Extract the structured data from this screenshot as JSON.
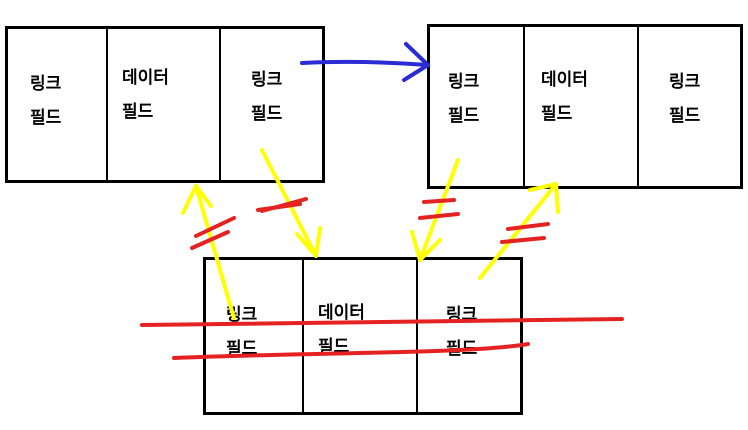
{
  "nodes": [
    {
      "id": "node-1",
      "cells": [
        {
          "line1": "링크",
          "line2": "필드"
        },
        {
          "line1": "데이터",
          "line2": "필드"
        },
        {
          "line1": "링크",
          "line2": "필드"
        }
      ]
    },
    {
      "id": "node-2",
      "cells": [
        {
          "line1": "링크",
          "line2": "필드"
        },
        {
          "line1": "데이터",
          "line2": "필드"
        },
        {
          "line1": "링크",
          "line2": "필드"
        }
      ]
    },
    {
      "id": "node-3",
      "cells": [
        {
          "line1": "링크",
          "line2": "필드"
        },
        {
          "line1": "데이터",
          "line2": "필드"
        },
        {
          "line1": "링크",
          "line2": "필드"
        }
      ]
    }
  ],
  "colors": {
    "box_border": "#000000",
    "arrow_forward": "#2b2bd6",
    "arrow_inserted": "#ffff00",
    "strike": "#e52222"
  }
}
